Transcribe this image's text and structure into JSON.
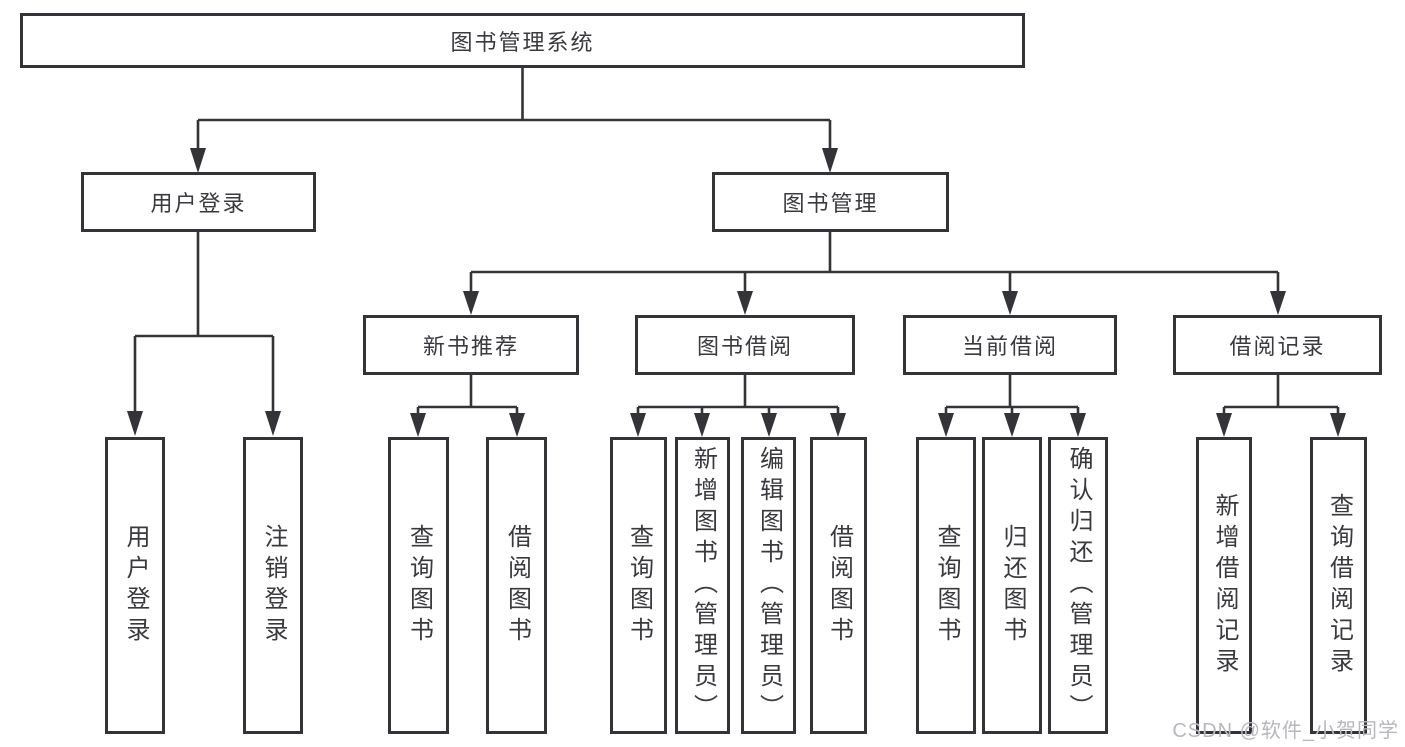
{
  "colors": {
    "line": "#333338",
    "box_background": "#ffffff",
    "text": "#3a3a3e",
    "watermark": "#b7b7bd"
  },
  "root": {
    "label": "图书管理系统"
  },
  "branches": [
    {
      "label": "用户登录"
    },
    {
      "label": "图书管理"
    }
  ],
  "modules": [
    {
      "label": "新书推荐"
    },
    {
      "label": "图书借阅"
    },
    {
      "label": "当前借阅"
    },
    {
      "label": "借阅记录"
    }
  ],
  "leaves": {
    "user_login": [
      {
        "label": "用户登录"
      },
      {
        "label": "注销登录"
      }
    ],
    "new_book_recommend": [
      {
        "label": "查询图书"
      },
      {
        "label": "借阅图书"
      }
    ],
    "book_borrow": [
      {
        "label": "查询图书"
      },
      {
        "label": "新增图书（管理员）"
      },
      {
        "label": "编辑图书（管理员）"
      },
      {
        "label": "借阅图书"
      }
    ],
    "current_borrow": [
      {
        "label": "查询图书"
      },
      {
        "label": "归还图书"
      },
      {
        "label": "确认归还（管理员）"
      }
    ],
    "borrow_record": [
      {
        "label": "新增借阅记录"
      },
      {
        "label": "查询借阅记录"
      }
    ]
  },
  "watermark": {
    "text": "CSDN @软件_小贺同学"
  }
}
